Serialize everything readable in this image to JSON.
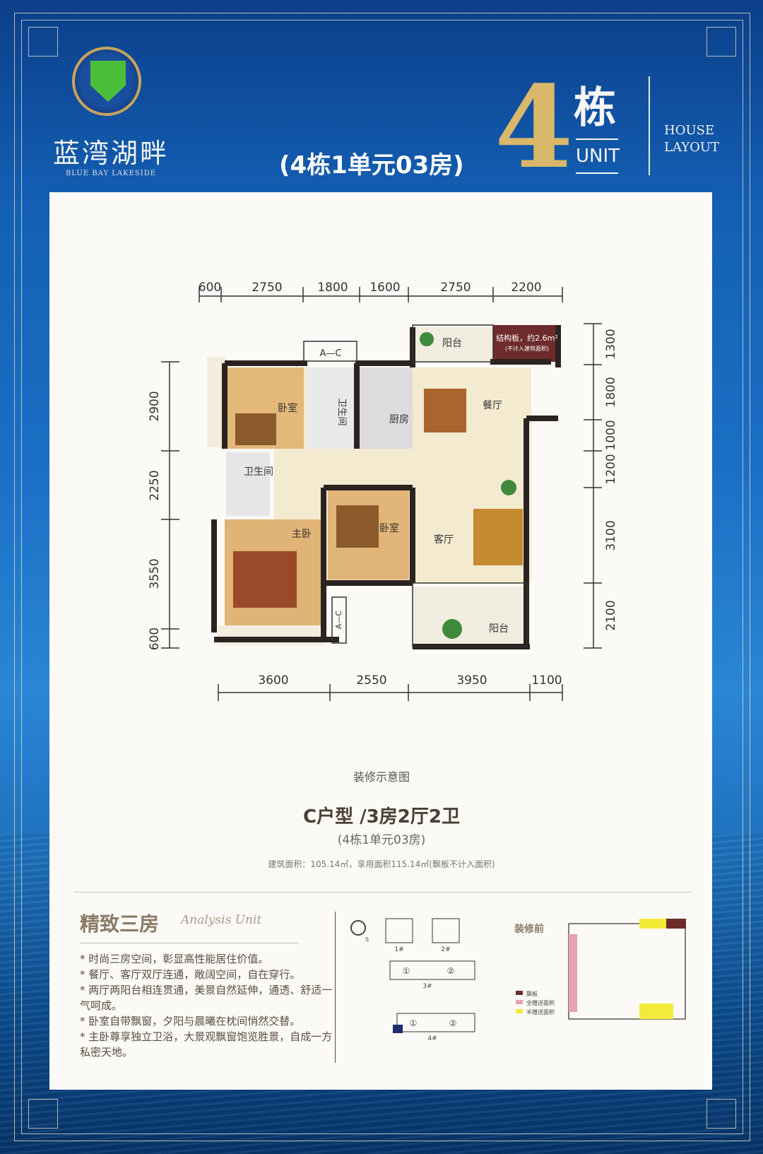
{
  "header": {
    "brand_cn": "蓝湾湖畔",
    "brand_en": "BLUE BAY LAKESIDE",
    "unit_title": "(4栋1单元03房)",
    "building_number": "4",
    "building_suffix": "栋",
    "unit_label": "UNIT",
    "house_layout_1": "HOUSE",
    "house_layout_2": "LAYOUT"
  },
  "floorplan": {
    "top_dims": [
      "600",
      "2750",
      "1800",
      "1600",
      "2750",
      "2200"
    ],
    "bottom_dims": [
      "3600",
      "2550",
      "3950",
      "1100"
    ],
    "left_dims": [
      "2900",
      "2250",
      "3550",
      "600"
    ],
    "right_dims": [
      "1300",
      "1800",
      "1000",
      "1200",
      "3100",
      "2100"
    ],
    "rooms": {
      "bedroom1": "卧室",
      "bathroom1": "卫生间",
      "kitchen": "厨房",
      "dining": "餐厅",
      "balcony_top": "阳台",
      "struct_panel": "结构板，约2.6m²",
      "struct_note": "(不计入建筑面积)",
      "bathroom2": "卫生间",
      "master": "主卧",
      "bedroom2": "卧室",
      "living": "客厅",
      "balcony_bottom": "阳台",
      "ac1": "A—C",
      "ac2": "A—C"
    }
  },
  "caption": {
    "note": "装修示意图",
    "type": "C户型  /3房2厅2卫",
    "unit": "(4栋1单元03房)",
    "area": "建筑面积：105.14㎡，享用面积115.14㎡(飘板不计入面积)"
  },
  "analysis": {
    "title": "精致三房",
    "script": "Analysis Unit",
    "features": [
      "* 时尚三房空间，彰显高性能居住价值。",
      "* 餐厅、客厅双厅连通，敞阔空间，自在穿行。",
      "* 两厅两阳台相连贯通，美景自然延伸，通透、舒适一气呵成。",
      "* 卧室自带飘窗，夕阳与晨曦在枕间悄然交替。",
      "* 主卧尊享独立卫浴，大景观飘窗饱览胜景，自成一方私密天地。"
    ]
  },
  "site_plan": {
    "b1": "1#",
    "b2": "2#",
    "b3": "3#",
    "b4": "4#",
    "c1": "①",
    "c2": "②",
    "compass_s": "S"
  },
  "before": {
    "label": "装修前",
    "legend": [
      "飘板",
      "全赠送面积",
      "半赠送面积"
    ],
    "legend_colors": [
      "#6e2b2b",
      "#e8a1b5",
      "#f4ea3a"
    ]
  },
  "colors": {
    "gold": "#d9b76b",
    "wall": "#2a2320",
    "floor": "#f1e6c6",
    "wood": "#d8a861"
  }
}
